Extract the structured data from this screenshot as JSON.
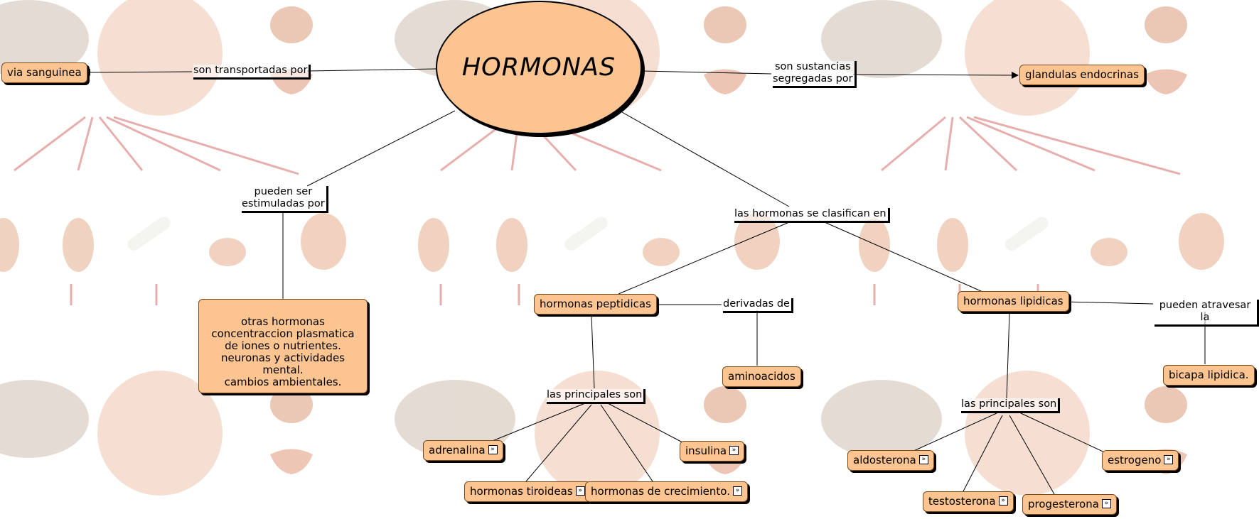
{
  "main_concept": "HORMONAS",
  "linking_phrases": {
    "transported": "son transportadas por",
    "secreted": "son sustancias\nsegregadas por",
    "stimulated": "pueden ser\nestimuladas por",
    "classified": "las hormonas se clasifican en",
    "derived": "derivadas de",
    "cross": "pueden atravesar la",
    "main_peptide": "las principales son",
    "main_lipid": "las principales son"
  },
  "concepts": {
    "via_sanguinea": "via sanguinea",
    "glandulas": "glandulas endocrinas",
    "otras": "otras hormonas\nconcentraccion plasmatica\nde iones o nutrientes.\nneuronas y actividades mental.\ncambios ambientales.",
    "peptidicas": "hormonas peptidicas",
    "aminoacidos": "aminoacidos",
    "lipidicas": "hormonas lipidicas",
    "bicapa": "bicapa lipidica.",
    "adrenalina": "adrenalina",
    "insulina": "insulina",
    "tiroideas": "hormonas tiroideas",
    "crecimiento": "hormonas de crecimiento.",
    "aldosterona": "aldosterona",
    "estrogeno": "estrogeno",
    "testosterona": "testosterona",
    "progesterona": "progesterona"
  },
  "icons": {
    "expand": "expand-icon",
    "arrow": "arrow-head-icon"
  },
  "colors": {
    "concept_fill": "#fbc490",
    "concept_border": "#7a4a1a",
    "shadow": "#000000",
    "line": "#000000",
    "background_art": "#e8a88a"
  }
}
